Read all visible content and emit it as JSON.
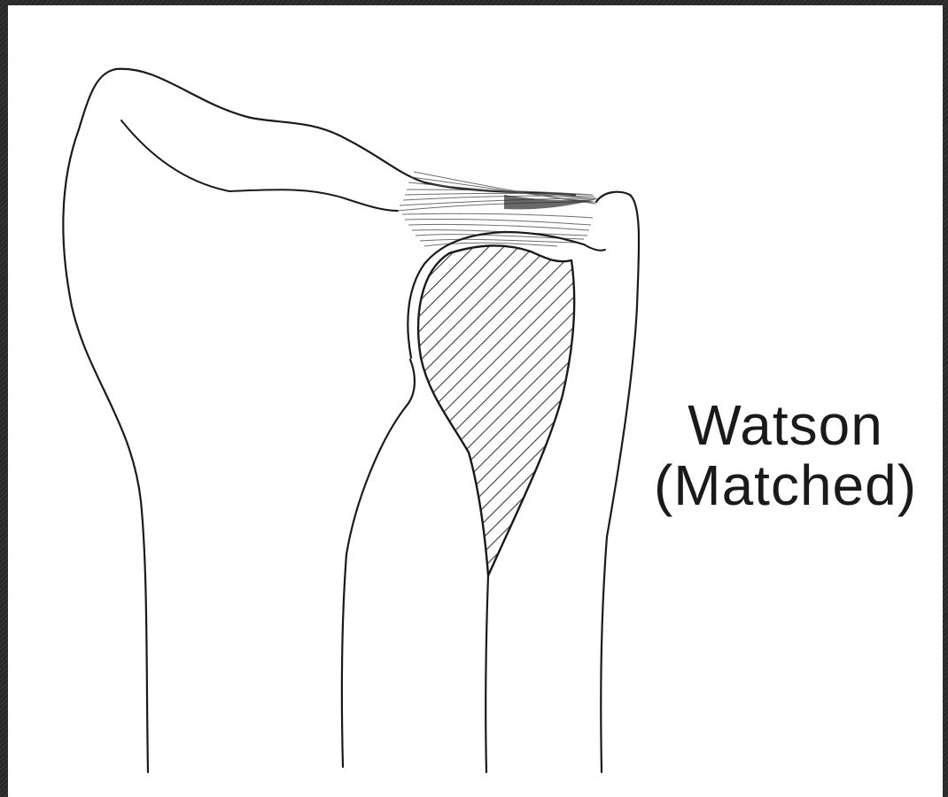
{
  "caption": {
    "line1": "Watson",
    "line2": "(Matched)"
  },
  "colors": {
    "background": "#ffffff",
    "ink": "#1a1a1a",
    "frame": "#2b2b2b",
    "hatch_fill": "#e2e2e2"
  },
  "icons": {
    "illustration": "bone-joint-line-drawing",
    "hatching": "diagonal-hatch-pattern",
    "ligament": "ligament-fibers"
  }
}
